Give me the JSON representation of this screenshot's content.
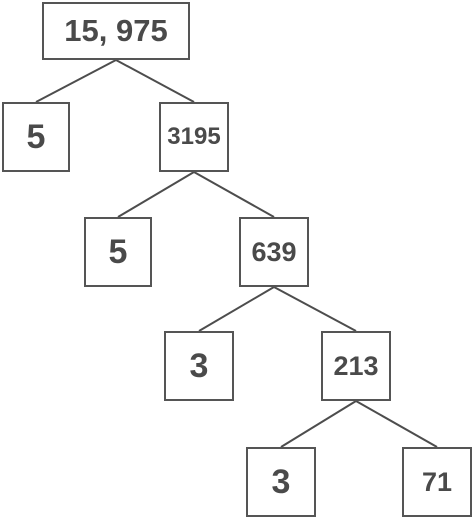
{
  "tree": {
    "root": "15, 975",
    "level1": {
      "leaf": "5",
      "branch": "3195"
    },
    "level2": {
      "leaf": "5",
      "branch": "639"
    },
    "level3": {
      "leaf": "3",
      "branch": "213"
    },
    "level4": {
      "leaf": "3",
      "branch": "71"
    }
  }
}
